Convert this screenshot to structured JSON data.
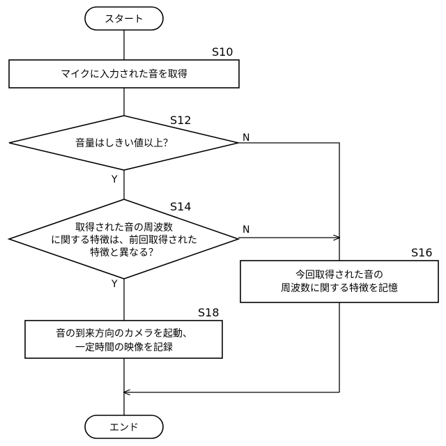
{
  "start": {
    "label": "スタート"
  },
  "end": {
    "label": "エンド"
  },
  "s10": {
    "id": "S10",
    "text": "マイクに入力された音を取得"
  },
  "s12": {
    "id": "S12",
    "text": "音量はしきい値以上？",
    "yes": "Y",
    "no": "N"
  },
  "s14": {
    "id": "S14",
    "lines": [
      "取得された音の周波数",
      "に関する特徴は、前回取得された",
      "特徴と異なる？"
    ],
    "yes": "Y",
    "no": "N"
  },
  "s16": {
    "id": "S16",
    "lines": [
      "今回取得された音の",
      "周波数に関する特徴を記憶"
    ]
  },
  "s18": {
    "id": "S18",
    "lines": [
      "音の到来方向のカメラを起動、",
      "一定時間の映像を記録"
    ]
  }
}
